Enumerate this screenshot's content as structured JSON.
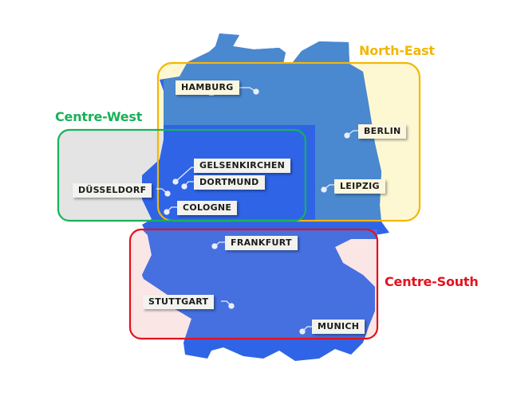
{
  "map": {
    "country": "Germany",
    "colors": {
      "land": "#2f64e6",
      "land_ne": "#4a88cf",
      "land_south": "#4670e0",
      "north_east": "#f2b705",
      "north_east_fill": "#fdf8d2",
      "centre_west": "#1ab05a",
      "centre_west_fill": "#e4e4e4",
      "centre_south": "#e3121e",
      "centre_south_fill": "#fbe6e6"
    },
    "regions": [
      {
        "id": "north-east",
        "title": "North-East",
        "color": "#f2b705"
      },
      {
        "id": "centre-west",
        "title": "Centre-West",
        "color": "#1ab05a"
      },
      {
        "id": "centre-south",
        "title": "Centre-South",
        "color": "#e3121e"
      }
    ],
    "cities": [
      {
        "name": "HAMBURG",
        "region": "North-East"
      },
      {
        "name": "BERLIN",
        "region": "North-East"
      },
      {
        "name": "LEIPZIG",
        "region": "North-East"
      },
      {
        "name": "GELSENKIRCHEN",
        "region": "Centre-West"
      },
      {
        "name": "DORTMUND",
        "region": "Centre-West"
      },
      {
        "name": "DÜSSELDORF",
        "region": "Centre-West"
      },
      {
        "name": "COLOGNE",
        "region": "Centre-West"
      },
      {
        "name": "FRANKFURT",
        "region": "Centre-South"
      },
      {
        "name": "STUTTGART",
        "region": "Centre-South"
      },
      {
        "name": "MUNICH",
        "region": "Centre-South"
      }
    ]
  }
}
